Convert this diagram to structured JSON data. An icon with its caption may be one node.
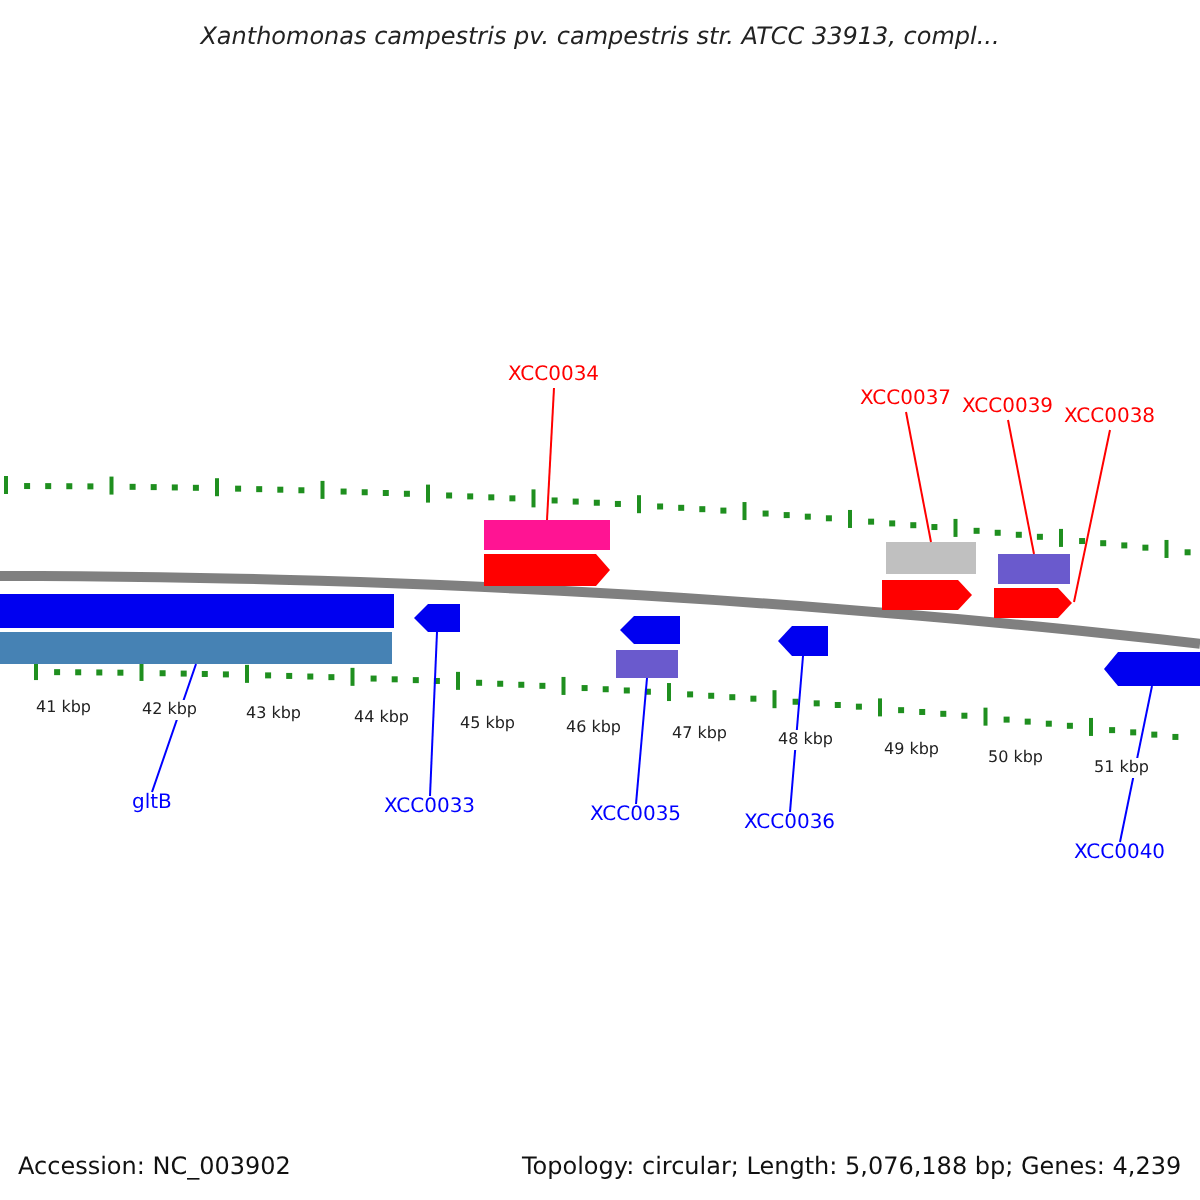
{
  "diagram": {
    "title": "Xanthomonas campestris pv. campestris str. ATCC 33913, compl...",
    "nodes": [
      {
        "text": [
          "XCC0034"
        ]
      },
      {
        "text": [
          "XCC0037"
        ]
      },
      {
        "text": [
          "XCC0039"
        ]
      },
      {
        "text": [
          "XCC0038"
        ]
      },
      {
        "text": [
          "gltB"
        ]
      },
      {
        "text": [
          "XCC0033"
        ]
      },
      {
        "text": [
          "XCC0035"
        ]
      },
      {
        "text": [
          "XCC0036"
        ]
      },
      {
        "text": [
          "XCC0040"
        ]
      },
      {
        "text": [],
        "shape": "bar"
      },
      {
        "text": [],
        "shape": "bar"
      },
      {
        "text": [],
        "shape": "arrow"
      },
      {
        "text": [],
        "shape": "bar"
      },
      {
        "text": [],
        "shape": "arrow"
      },
      {
        "text": [],
        "shape": "bar"
      },
      {
        "text": [],
        "shape": "arrow"
      },
      {
        "text": [],
        "shape": "arrow"
      },
      {
        "text": [],
        "shape": "arrow"
      },
      {
        "text": [],
        "shape": "bar"
      },
      {
        "text": [],
        "shape": "arrow"
      },
      {
        "text": [],
        "shape": "bar"
      },
      {
        "text": [],
        "shape": "arrow"
      }
    ],
    "edges": [
      {
        "from": 0,
        "to": 12,
        "arrow": "none",
        "color": "#ff0000"
      },
      {
        "from": 1,
        "to": 18,
        "arrow": "none",
        "color": "#ff0000"
      },
      {
        "from": 2,
        "to": 20,
        "arrow": "none",
        "color": "#ff0000"
      },
      {
        "from": 3,
        "to": 19,
        "arrow": "none",
        "color": "#ff0000"
      },
      {
        "from": 4,
        "to": 10,
        "arrow": "none",
        "color": "#0000ff"
      },
      {
        "from": 5,
        "to": 11,
        "arrow": "none",
        "color": "#0000ff"
      },
      {
        "from": 6,
        "to": 14,
        "arrow": "none",
        "color": "#0000ff"
      },
      {
        "from": 7,
        "to": 16,
        "arrow": "none",
        "color": "#0000ff"
      },
      {
        "from": 8,
        "to": 21,
        "arrow": "none",
        "color": "#0000ff"
      }
    ],
    "labels": [
      "41 kbp",
      "42 kbp",
      "43 kbp",
      "44 kbp",
      "45 kbp",
      "46 kbp",
      "47 kbp",
      "48 kbp",
      "49 kbp",
      "50 kbp",
      "51 kbp",
      "Accession: NC_003902",
      "Topology: circular; Length: 5,076,188 bp; Genes: 4,239"
    ]
  }
}
